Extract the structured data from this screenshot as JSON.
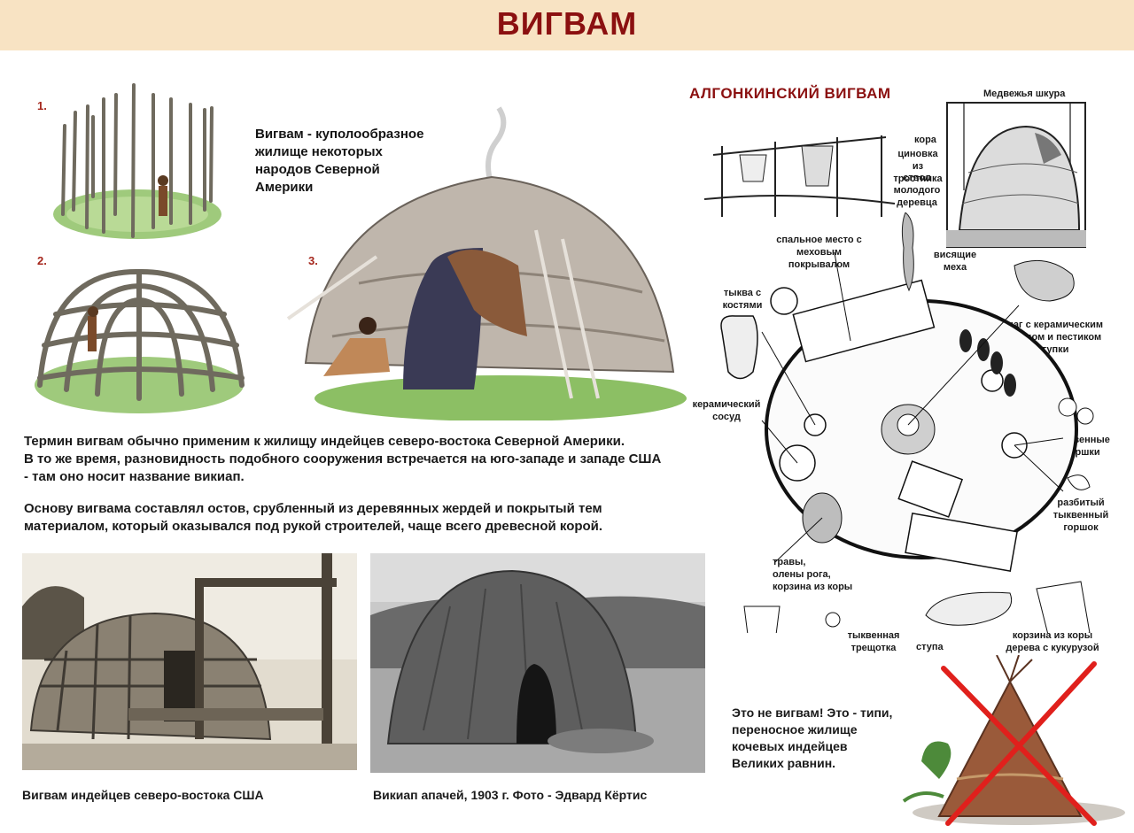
{
  "header": {
    "title": "ВИГВАМ"
  },
  "steps": {
    "step1": "1.",
    "step2": "2.",
    "step3": "3."
  },
  "intro": {
    "line1": "Вигвам - куполообразное",
    "line2": "жилище некоторых",
    "line3": "народов Северной",
    "line4": "Америки"
  },
  "body": {
    "p1_l1": "Термин вигвам обычно применим к жилищу индейцев северо-востока Северной Америки.",
    "p1_l2": "В то же время, разновидность подобного сооружения встречается на юго-западе и западе США",
    "p1_l3": "- там оно носит название викиап.",
    "p2_l1": "Основу вигвама составлял остов, срубленный из деревянных жердей и покрытый тем",
    "p2_l2": "материалом, который оказывался под рукой строителей, чаще всего древесной корой."
  },
  "captions": {
    "photo1": "Вигвам индейцев северо-востока США",
    "photo2": "Викиап апачей, 1903 г. Фото - Эдвард Кёртис"
  },
  "algonquin": {
    "title": "АЛГОНКИНСКИЙ  ВИГВАМ",
    "labels": {
      "bear_skin": "Медвежья шкура",
      "bark": "кора",
      "reed_mat_1": "циновка",
      "reed_mat_2": "из тростника",
      "sapling_1": "ствол",
      "sapling_2": "молодого",
      "sapling_3": "деревца",
      "sleeping_1": "спальное место с",
      "sleeping_2": "меховым покрывалом",
      "furs_1": "висящие",
      "furs_2": "меха",
      "gourd_bones_1": "тыква с",
      "gourd_bones_2": "костями",
      "hearth_1": "очаг с керамическим",
      "hearth_2": "сосудом и пестиком",
      "hearth_3": "ступки",
      "ceramic_1": "керамический",
      "ceramic_2": "сосуд",
      "gourd_pots_1": "тыквенные",
      "gourd_pots_2": "горшки",
      "broken_1": "разбитый",
      "broken_2": "тыквенный",
      "broken_3": "горшок",
      "herbs_1": "травы,",
      "herbs_2": "олены рога,",
      "herbs_3": "корзина из коры",
      "rattle_1": "тыквенная",
      "rattle_2": "трещотка",
      "mortar": "ступа",
      "basket_1": "корзина из коры",
      "basket_2": "дерева с кукурузой"
    }
  },
  "tipi": {
    "l1": "Это не вигвам! Это - типи,",
    "l2": "переносное жилище",
    "l3": "кочевых индейцев",
    "l4": "Великих равнин."
  },
  "colors": {
    "banner": "#f8e3c3",
    "title": "#8b1010",
    "cross": "#e0201c"
  }
}
